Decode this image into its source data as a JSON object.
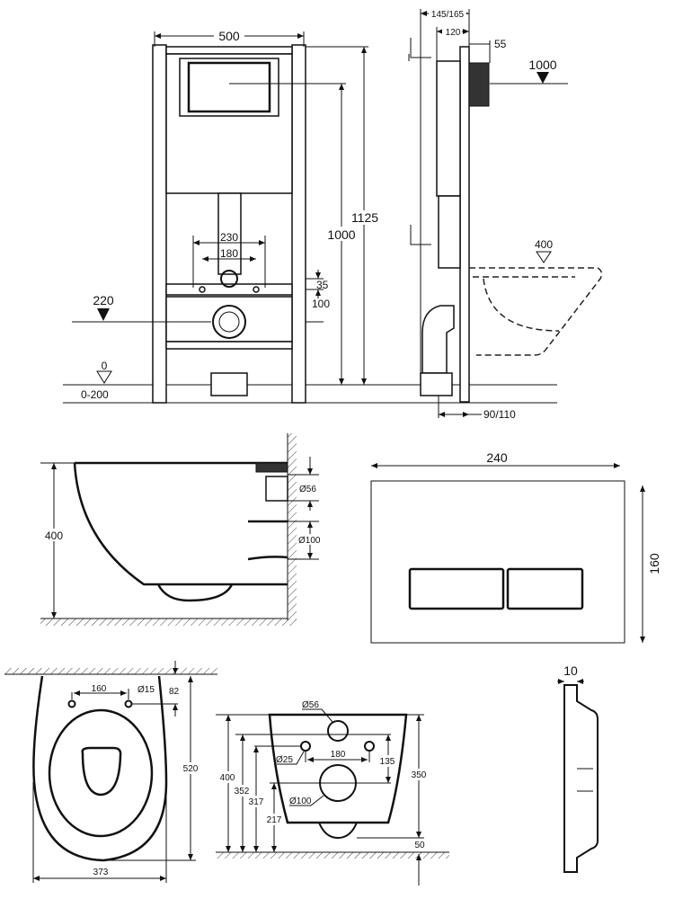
{
  "front_view": {
    "width": "500",
    "height_total": "1125",
    "height_flush": "1000",
    "bolt_spacing_outer": "230",
    "bolt_spacing_inner": "180",
    "offset_35": "35",
    "offset_100": "100",
    "level_220": "220",
    "level_0": "0",
    "floor_range": "0-200"
  },
  "side_view": {
    "depth": "145/165",
    "depth_inner": "120",
    "plate_offset": "55",
    "level_1000": "1000",
    "level_400": "400",
    "bottom_depth": "90/110"
  },
  "bowl_side_view": {
    "height": "400",
    "inlet_diameter": "Ø56",
    "outlet_diameter": "Ø100"
  },
  "flush_plate": {
    "width": "240",
    "height": "160",
    "thickness": "10"
  },
  "bowl_top_view": {
    "hole_spacing": "160",
    "hole_diameter": "Ø15",
    "hole_offset": "82",
    "length": "520",
    "width": "373"
  },
  "bowl_rear_view": {
    "inlet_diameter": "Ø56",
    "bolt_diameter": "Ø25",
    "bolt_spacing": "180",
    "dim_135": "135",
    "dim_350": "350",
    "dim_400": "400",
    "dim_352": "352",
    "dim_317": "317",
    "outlet_diameter": "Ø100",
    "dim_217": "217",
    "dim_50": "50"
  }
}
